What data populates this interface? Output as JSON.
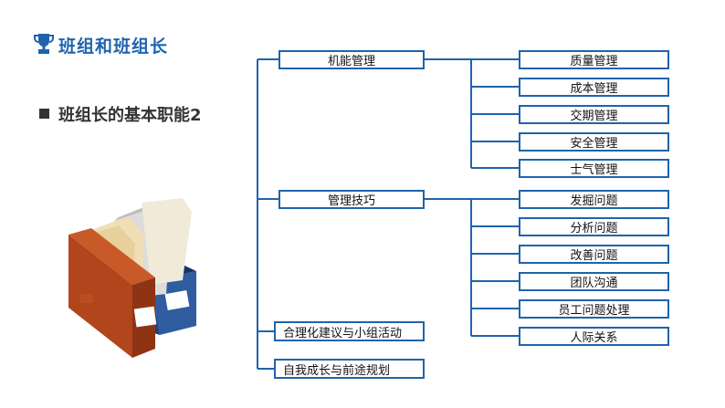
{
  "header": {
    "title": "班组和班组长",
    "subtitle": "班组长的基本职能2"
  },
  "diagram": {
    "accent_color": "#1f63ad",
    "nodes": [
      {
        "label": "机能管理",
        "children": [
          "质量管理",
          "成本管理",
          "交期管理",
          "安全管理",
          "士气管理"
        ]
      },
      {
        "label": "管理技巧",
        "children": [
          "发掘问题",
          "分析问题",
          "改善问题",
          "团队沟通",
          "员工问题处理",
          "人际关系"
        ]
      },
      {
        "label": "合理化建议与小组活动",
        "children": []
      },
      {
        "label": "自我成长与前途规划",
        "children": []
      }
    ]
  },
  "illustration": {
    "icon": "file-boxes-icon"
  }
}
